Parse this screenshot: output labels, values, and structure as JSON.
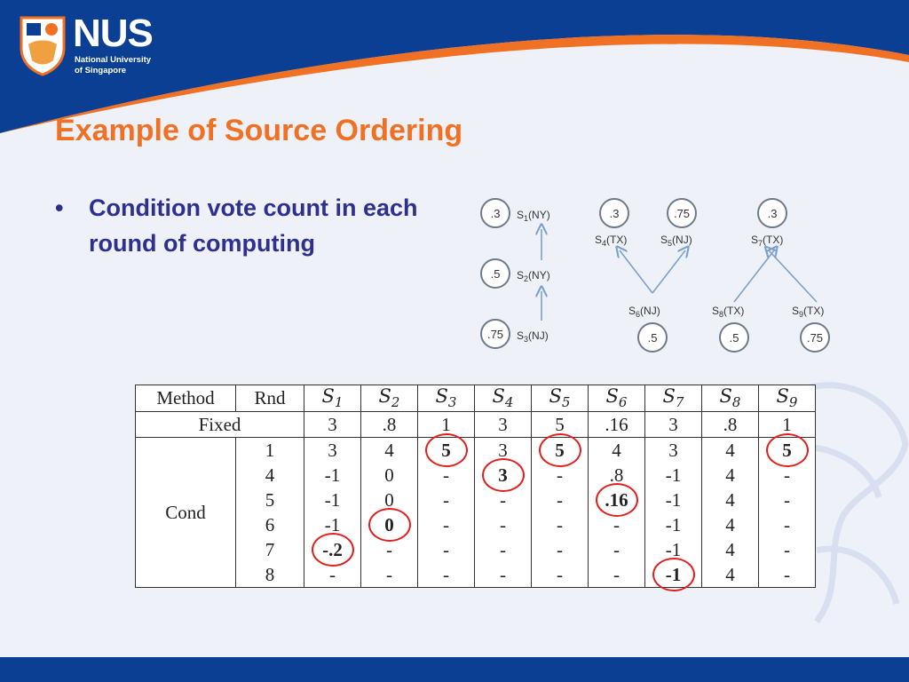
{
  "header": {
    "logo_mark": "NUS",
    "logo_line1": "National University",
    "logo_line2": "of Singapore",
    "colors": {
      "blue": "#0a3f94",
      "orange": "#f07024"
    }
  },
  "title": "Example of Source Ordering",
  "bullet": {
    "text": "Condition vote count in each round of computing"
  },
  "graph": {
    "nodes": [
      {
        "name": "S1",
        "state": "NY",
        "value": ".3"
      },
      {
        "name": "S2",
        "state": "NY",
        "value": ".5"
      },
      {
        "name": "S3",
        "state": "NJ",
        "value": ".75"
      },
      {
        "name": "S4",
        "state": "TX",
        "value": ".3"
      },
      {
        "name": "S5",
        "state": "NJ",
        "value": ".75"
      },
      {
        "name": "S6",
        "state": "NJ",
        "value": ".5"
      },
      {
        "name": "S7",
        "state": "TX",
        "value": ".3"
      },
      {
        "name": "S8",
        "state": "TX",
        "value": ".5"
      },
      {
        "name": "S9",
        "state": "TX",
        "value": ".75"
      }
    ]
  },
  "table": {
    "headers": [
      "Method",
      "Rnd",
      "S1",
      "S2",
      "S3",
      "S4",
      "S5",
      "S6",
      "S7",
      "S8",
      "S9"
    ],
    "fixed": {
      "label": "Fixed",
      "values": [
        "3",
        ".8",
        "1",
        "3",
        "5",
        ".16",
        "3",
        ".8",
        "1"
      ]
    },
    "cond": {
      "label": "Cond",
      "rounds": [
        "1",
        "4",
        "5",
        "6",
        "7",
        "8"
      ],
      "rows": [
        [
          "3",
          "4",
          "5",
          "3",
          "5",
          "4",
          "3",
          "4",
          "5"
        ],
        [
          "-1",
          "0",
          "-",
          "3",
          "-",
          ".8",
          "-1",
          "4",
          "-"
        ],
        [
          "-1",
          "0",
          "-",
          "-",
          "-",
          ".16",
          "-1",
          "4",
          "-"
        ],
        [
          "-1",
          "0",
          "-",
          "-",
          "-",
          "-",
          "-1",
          "4",
          "-"
        ],
        [
          "-.2",
          "-",
          "-",
          "-",
          "-",
          "-",
          "-1",
          "4",
          "-"
        ],
        [
          "-",
          "-",
          "-",
          "-",
          "-",
          "-",
          "-1",
          "4",
          "-"
        ]
      ],
      "circled": [
        [
          0,
          2
        ],
        [
          0,
          4
        ],
        [
          0,
          8
        ],
        [
          1,
          3
        ],
        [
          2,
          5
        ],
        [
          3,
          1
        ],
        [
          4,
          0
        ],
        [
          5,
          6
        ]
      ]
    }
  }
}
